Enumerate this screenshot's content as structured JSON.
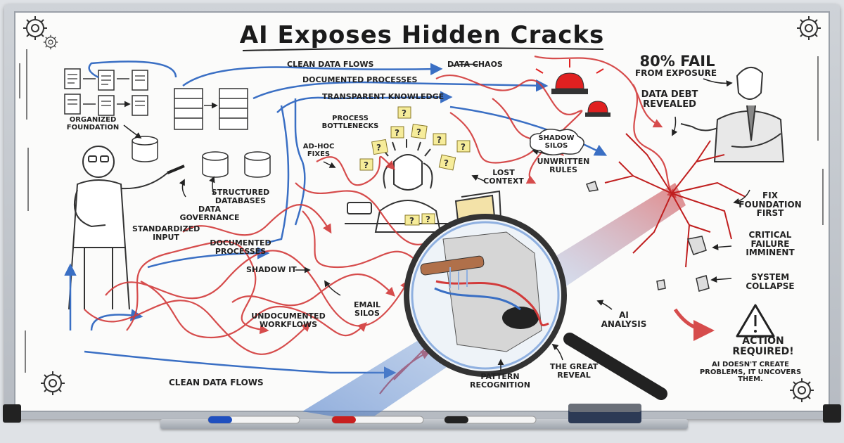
{
  "title": "AI Exposes Hidden Cracks",
  "top_flows": {
    "clean_data_flows": "CLEAN DATA FLOWS",
    "documented_processes": "DOCUMENTED PROCESSES",
    "transparent_knowledge": "TRANSPARENT KNOWLEDGE",
    "data_chaos": "DATA CHAOS"
  },
  "left_side": {
    "organized_foundation": "ORGANIZED FOUNDATION",
    "structured_databases": "STRUCTURED DATABASES",
    "data_governance": "DATA GOVERNANCE",
    "standardized_input": "STANDARDIZED INPUT",
    "documented_processes": "DOCUMENTED PROCESSES"
  },
  "chaos": {
    "process_bottlenecks": "PROCESS BOTTLENECKS",
    "ad_hoc_fixes": "AD-HOC FIXES",
    "shadow_silos": "SHADOW SILOS",
    "unwritten_rules": "UNWRITTEN RULES",
    "lost_context": "LOST CONTEXT",
    "shadow_it": "SHADOW IT",
    "email_silos": "EMAIL SILOS",
    "undocumented_workflows": "UNDOCUMENTED WORKFLOWS",
    "clean_data_flows_bottom": "CLEAN DATA FLOWS"
  },
  "right_side": {
    "fail_headline": "80% FAIL",
    "fail_sub": "FROM EXPOSURE",
    "data_debt": "DATA DEBT REVEALED",
    "fix_foundation": "FIX FOUNDATION FIRST",
    "critical_failure": "CRITICAL FAILURE IMMINENT",
    "system_collapse": "SYSTEM COLLAPSE",
    "action_required": "ACTION REQUIRED!",
    "conclusion": "AI DOESN'T CREATE PROBLEMS, IT UNCOVERS THEM."
  },
  "lens": {
    "ai_analysis": "AI ANALYSIS",
    "pattern_recognition": "PATTERN RECOGNITION",
    "great_reveal": "THE GREAT REVEAL"
  },
  "icons": [
    "gear-icon",
    "document-icon",
    "server-icon",
    "database-icon",
    "alarm-icon",
    "warning-icon",
    "magnifier-icon",
    "question-note-icon",
    "marker-icon",
    "eraser-icon"
  ],
  "colors": {
    "blue_flow": "#3a6fc4",
    "red_flow": "#d23a3a",
    "ink": "#222222",
    "alarm_red": "#e02020",
    "board": "#fbfbfa"
  }
}
